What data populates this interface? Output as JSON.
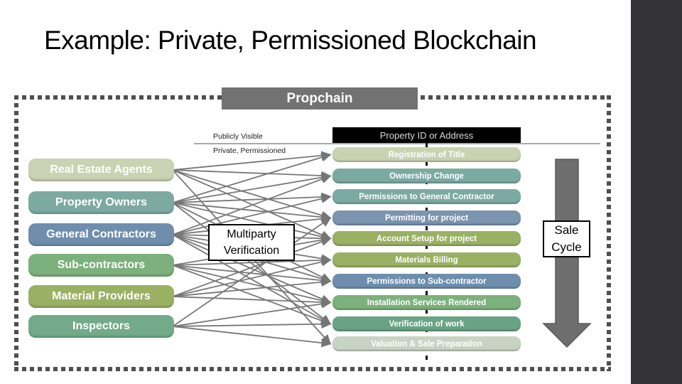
{
  "slide": {
    "title": "Example: Private, Permissioned Blockchain"
  },
  "network": {
    "label": "Propchain",
    "box_color": "#727272"
  },
  "visibility": {
    "public_label": "Publicly Visible",
    "private_label": "Private, Permissioned",
    "divider_color": "#9fadab"
  },
  "left_entities": [
    {
      "label": "Real Estate Agents",
      "color": "#c9d2b2"
    },
    {
      "label": "Property Owners",
      "color": "#7caaa2"
    },
    {
      "label": "General Contractors",
      "color": "#6f8eae"
    },
    {
      "label": "Sub-contractors",
      "color": "#7cb07c"
    },
    {
      "label": "Material Providers",
      "color": "#9ab164"
    },
    {
      "label": "Inspectors",
      "color": "#73ab8a"
    }
  ],
  "right_steps": [
    {
      "label": "Property ID or Address",
      "color": "#000000",
      "text_color": "#d8d8d8"
    },
    {
      "label": "Registration of Title",
      "color": "#c9d2b2"
    },
    {
      "label": "Ownership Change",
      "color": "#7caaa2"
    },
    {
      "label": "Permissions to General Contractor",
      "color": "#7caaa2"
    },
    {
      "label": "Permitting for project",
      "color": "#7b94af"
    },
    {
      "label": "Account Setup for project",
      "color": "#9ab164"
    },
    {
      "label": "Materials Billing",
      "color": "#9ab164"
    },
    {
      "label": "Permissions to Sub-contractor",
      "color": "#6f8eae"
    },
    {
      "label": "Installation Services Rendered",
      "color": "#7cb07c"
    },
    {
      "label": "Verification of work",
      "color": "#68a385"
    },
    {
      "label": "Valuation & Sale Preparation",
      "color": "#c7d4c3"
    }
  ],
  "multiparty": {
    "label": "Multiparty Verification"
  },
  "sale_cycle": {
    "label": "Sale Cycle",
    "arrow_color": "#6e6e6e"
  },
  "connections": [
    [
      0,
      1
    ],
    [
      0,
      2
    ],
    [
      0,
      4
    ],
    [
      0,
      5
    ],
    [
      0,
      10
    ],
    [
      1,
      1
    ],
    [
      1,
      2
    ],
    [
      1,
      3
    ],
    [
      1,
      4
    ],
    [
      1,
      5
    ],
    [
      1,
      7
    ],
    [
      1,
      9
    ],
    [
      2,
      2
    ],
    [
      2,
      3
    ],
    [
      2,
      4
    ],
    [
      2,
      5
    ],
    [
      2,
      6
    ],
    [
      2,
      7
    ],
    [
      2,
      8
    ],
    [
      2,
      9
    ],
    [
      3,
      5
    ],
    [
      3,
      6
    ],
    [
      3,
      7
    ],
    [
      3,
      8
    ],
    [
      3,
      9
    ],
    [
      4,
      5
    ],
    [
      4,
      6
    ],
    [
      4,
      7
    ],
    [
      4,
      8
    ],
    [
      5,
      4
    ],
    [
      5,
      8
    ],
    [
      5,
      9
    ],
    [
      5,
      10
    ]
  ],
  "colors": {
    "dashed_border": "#4f4f4f",
    "connector": "#787878",
    "sidebar": "#343337"
  }
}
